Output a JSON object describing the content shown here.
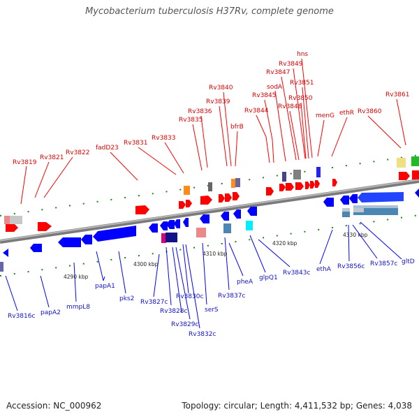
{
  "title": "Mycobacterium tuberculosis H37Rv, complete genome",
  "footer": {
    "accession": "Accession: NC_000962",
    "info": "Topology: circular; Length: 4,411,532 bp; Genes: 4,038"
  },
  "colors": {
    "forward": "#ff0000",
    "reverse": "#0000ff",
    "axis": "#888888",
    "forward_label": "#e00000",
    "reverse_label": "#1010d0",
    "tick": "#1f7f1f"
  },
  "kbp_marks": [
    "4290 kbp",
    "4300 kbp",
    "4310 kbp",
    "4320 kbp",
    "4330 kbp"
  ],
  "forward_genes": [
    "Rv3819",
    "Rv3821",
    "Rv3822",
    "fadD23",
    "Rv3831",
    "Rv3833",
    "Rv3835",
    "Rv3836",
    "Rv3839",
    "Rv3840",
    "bfrB",
    "Rv3844",
    "Rv3845",
    "sodA",
    "Rv3847",
    "Rv3848",
    "Rv3849",
    "hns",
    "Rv3850",
    "Rv3851",
    "menG",
    "ethR",
    "Rv3860",
    "Rv3861"
  ],
  "reverse_genes": [
    "Rv3816c",
    "papA2",
    "mmpL8",
    "papA1",
    "pks2",
    "Rv3827c",
    "Rv3828c",
    "Rv3829c",
    "Rv3830c",
    "Rv3832c",
    "serS",
    "Rv3837c",
    "pheA",
    "glpQ1",
    "Rv3843c",
    "ethA",
    "Rv3856c",
    "Rv3857c",
    "gltD"
  ]
}
